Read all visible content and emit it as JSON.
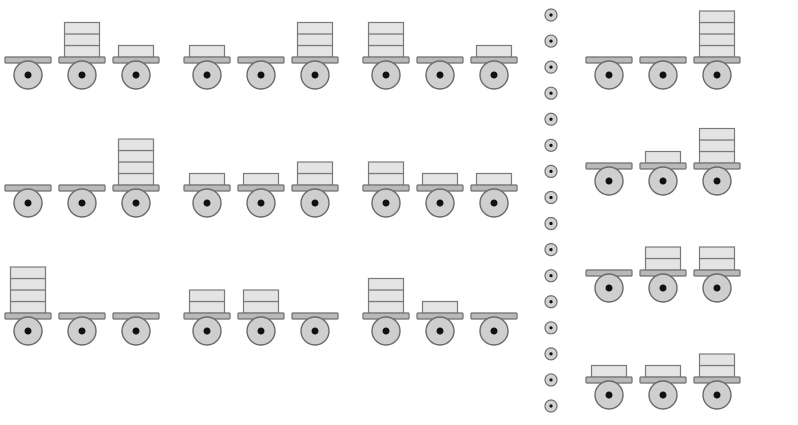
{
  "colors": {
    "background": "#ffffff",
    "block_fill": "#e4e4e4",
    "block_stroke": "#7a7a7a",
    "platform_fill": "#b9b9b9",
    "platform_stroke": "#6e6e6e",
    "wheel_fill": "#cfcfcf",
    "wheel_stroke": "#6a6a6a",
    "hub_fill": "#111111",
    "divider_fill": "#d2d2d2",
    "divider_stroke": "#6f6f6f"
  },
  "configurations": [
    {
      "id": "cart-r1-c1",
      "blocks": [
        0,
        3,
        1
      ]
    },
    {
      "id": "cart-r1-c2",
      "blocks": [
        1,
        0,
        3
      ]
    },
    {
      "id": "cart-r1-c3",
      "blocks": [
        3,
        0,
        1
      ]
    },
    {
      "id": "cart-r2-c1",
      "blocks": [
        0,
        0,
        4
      ]
    },
    {
      "id": "cart-r2-c2",
      "blocks": [
        1,
        1,
        2
      ]
    },
    {
      "id": "cart-r2-c3",
      "blocks": [
        2,
        1,
        1
      ]
    },
    {
      "id": "cart-r3-c1",
      "blocks": [
        4,
        0,
        0
      ]
    },
    {
      "id": "cart-r3-c2",
      "blocks": [
        2,
        2,
        0
      ]
    },
    {
      "id": "cart-r3-c3",
      "blocks": [
        3,
        1,
        0
      ]
    }
  ],
  "answer_options": [
    {
      "id": "option-1",
      "blocks": [
        0,
        0,
        4
      ]
    },
    {
      "id": "option-2",
      "blocks": [
        0,
        1,
        3
      ]
    },
    {
      "id": "option-3",
      "blocks": [
        0,
        2,
        2
      ]
    },
    {
      "id": "option-4",
      "blocks": [
        1,
        1,
        2
      ]
    }
  ],
  "divider_dot_count": 16
}
